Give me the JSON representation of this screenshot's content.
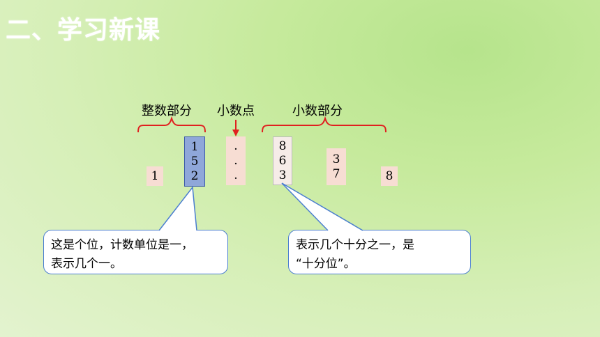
{
  "title": "二、学习新课",
  "labels": {
    "integer_part": "整数部分",
    "decimal_point": "小数点",
    "decimal_part": "小数部分"
  },
  "columns": {
    "hundreds": "1",
    "ones": [
      "1",
      "5",
      "2"
    ],
    "points": [
      ".",
      ".",
      "."
    ],
    "tenths": [
      "8",
      "6",
      "3"
    ],
    "hundredths": [
      "3",
      "7"
    ],
    "thousandths": "8"
  },
  "callouts": {
    "left_line1": "这是个位，计数单位是一，",
    "left_line2": "表示几个一。",
    "right_line1": "表示几个十分之一，是",
    "right_line2": "“十分位”。"
  },
  "colors": {
    "brace": "#e02020",
    "ones_highlight": "#8fa7d9",
    "bubble_border": "#4a7ed0"
  }
}
